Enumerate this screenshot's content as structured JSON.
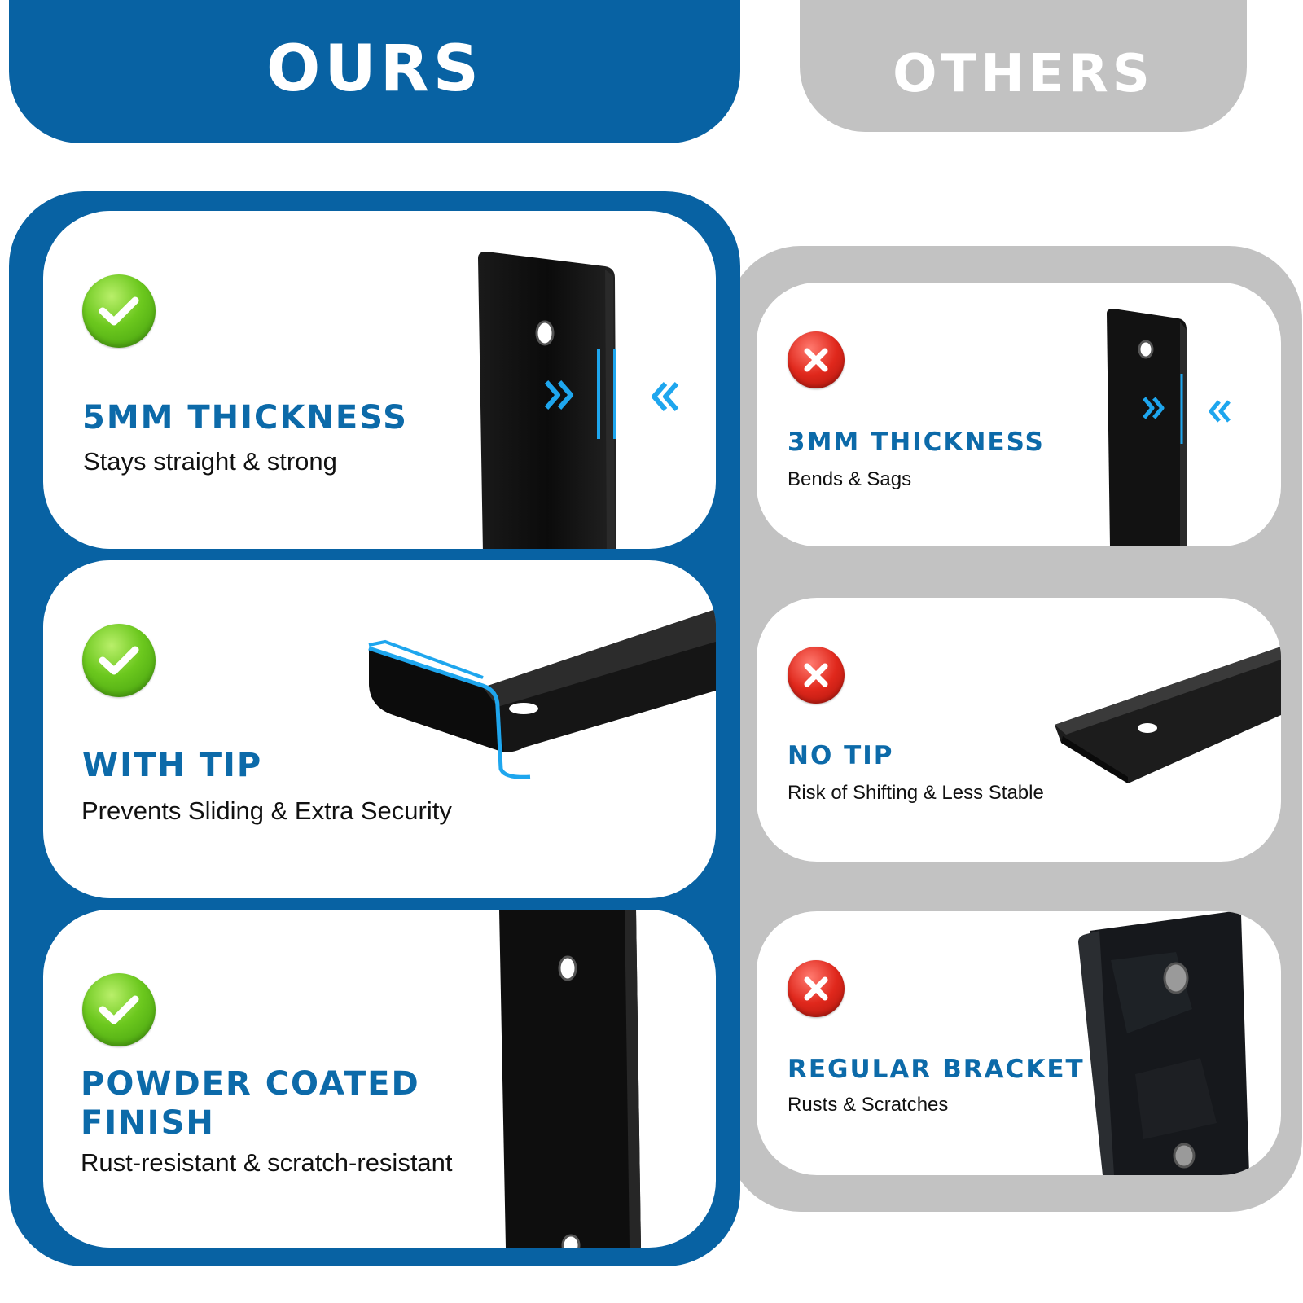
{
  "header": {
    "ours_label": "OURS",
    "others_label": "OTHERS"
  },
  "ours": {
    "features": [
      {
        "title": "5MM THICKNESS",
        "description": "Stays straight & strong",
        "badge_icon": "check-circle-icon"
      },
      {
        "title": "WITH TIP",
        "description": "Prevents Sliding & Extra Security",
        "badge_icon": "check-circle-icon"
      },
      {
        "title_line1": "POWDER COATED",
        "title_line2": "FINISH",
        "description": "Rust-resistant & scratch-resistant",
        "badge_icon": "check-circle-icon"
      }
    ]
  },
  "others": {
    "features": [
      {
        "title": "3MM THICKNESS",
        "description": "Bends & Sags",
        "badge_icon": "x-circle-icon"
      },
      {
        "title": "NO TIP",
        "description": "Risk of Shifting & Less Stable",
        "badge_icon": "x-circle-icon"
      },
      {
        "title": "REGULAR BRACKET",
        "description": "Rusts & Scratches",
        "badge_icon": "x-circle-icon"
      }
    ]
  },
  "colors": {
    "ours_blue": "#0862a3",
    "others_gray": "#c2c2c2",
    "title_blue": "#0c6aa9",
    "highlight_cyan": "#1ea6ee",
    "check_green": "#5bb514",
    "x_red": "#d9261c"
  }
}
